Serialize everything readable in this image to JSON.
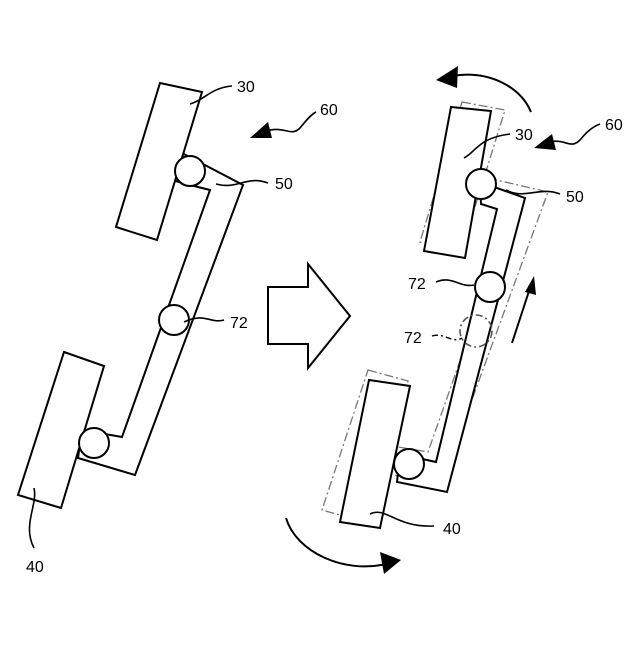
{
  "labels": {
    "left_30": "30",
    "left_60": "60",
    "left_50": "50",
    "left_72": "72",
    "left_40": "40",
    "right_30": "30",
    "right_60": "60",
    "right_50": "50",
    "right_72": "72",
    "right_72_ghost": "72",
    "right_40": "40"
  }
}
